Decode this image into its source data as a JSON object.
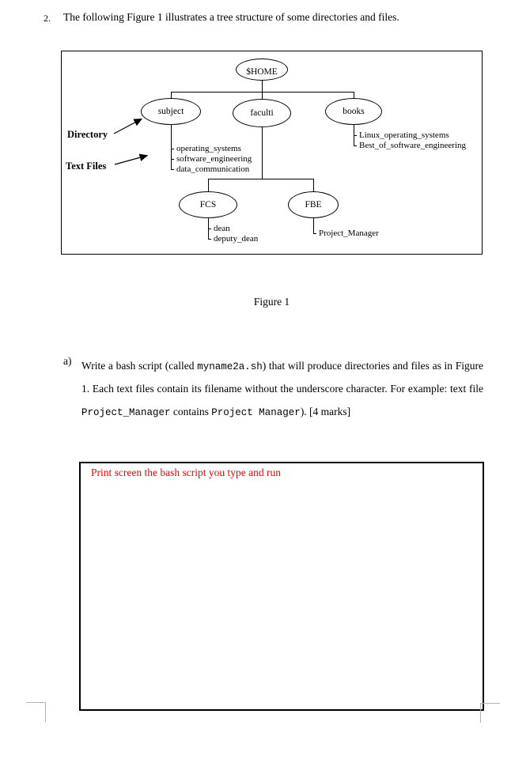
{
  "page": {
    "item_number": "2.",
    "heading": "The following Figure 1 illustrates a tree structure of some directories and files."
  },
  "figure": {
    "caption": "Figure 1",
    "root_label": "$HOME",
    "annotations": {
      "directory": "Directory",
      "text_files": "Text Files"
    },
    "nodes": {
      "subject": "subject",
      "faculti": "faculti",
      "books": "books",
      "fcs": "FCS",
      "fbe": "FBE"
    },
    "files": {
      "subject": [
        "operating_systems",
        "software_engineering",
        "data_communication"
      ],
      "books": [
        "Linux_operating_systems",
        "Best_of_software_engineering"
      ],
      "fcs": [
        "dean",
        "deputy_dean"
      ],
      "fbe": [
        "Project_Manager"
      ]
    }
  },
  "question_a": {
    "label": "a)",
    "seg1": "Write a bash script (called ",
    "code1": "myname2a.sh",
    "seg2": ") that will produce directories and files as in Figure 1.  Each text files contain its filename without the underscore character. For example: text file ",
    "code2": "Project_Manager",
    "seg3": " contains ",
    "code3": "Project Manager",
    "seg4": "). [4 marks]"
  },
  "answer_box": {
    "instruction": "Print screen the bash script you type and run",
    "instruction_color": "#ff0000"
  }
}
